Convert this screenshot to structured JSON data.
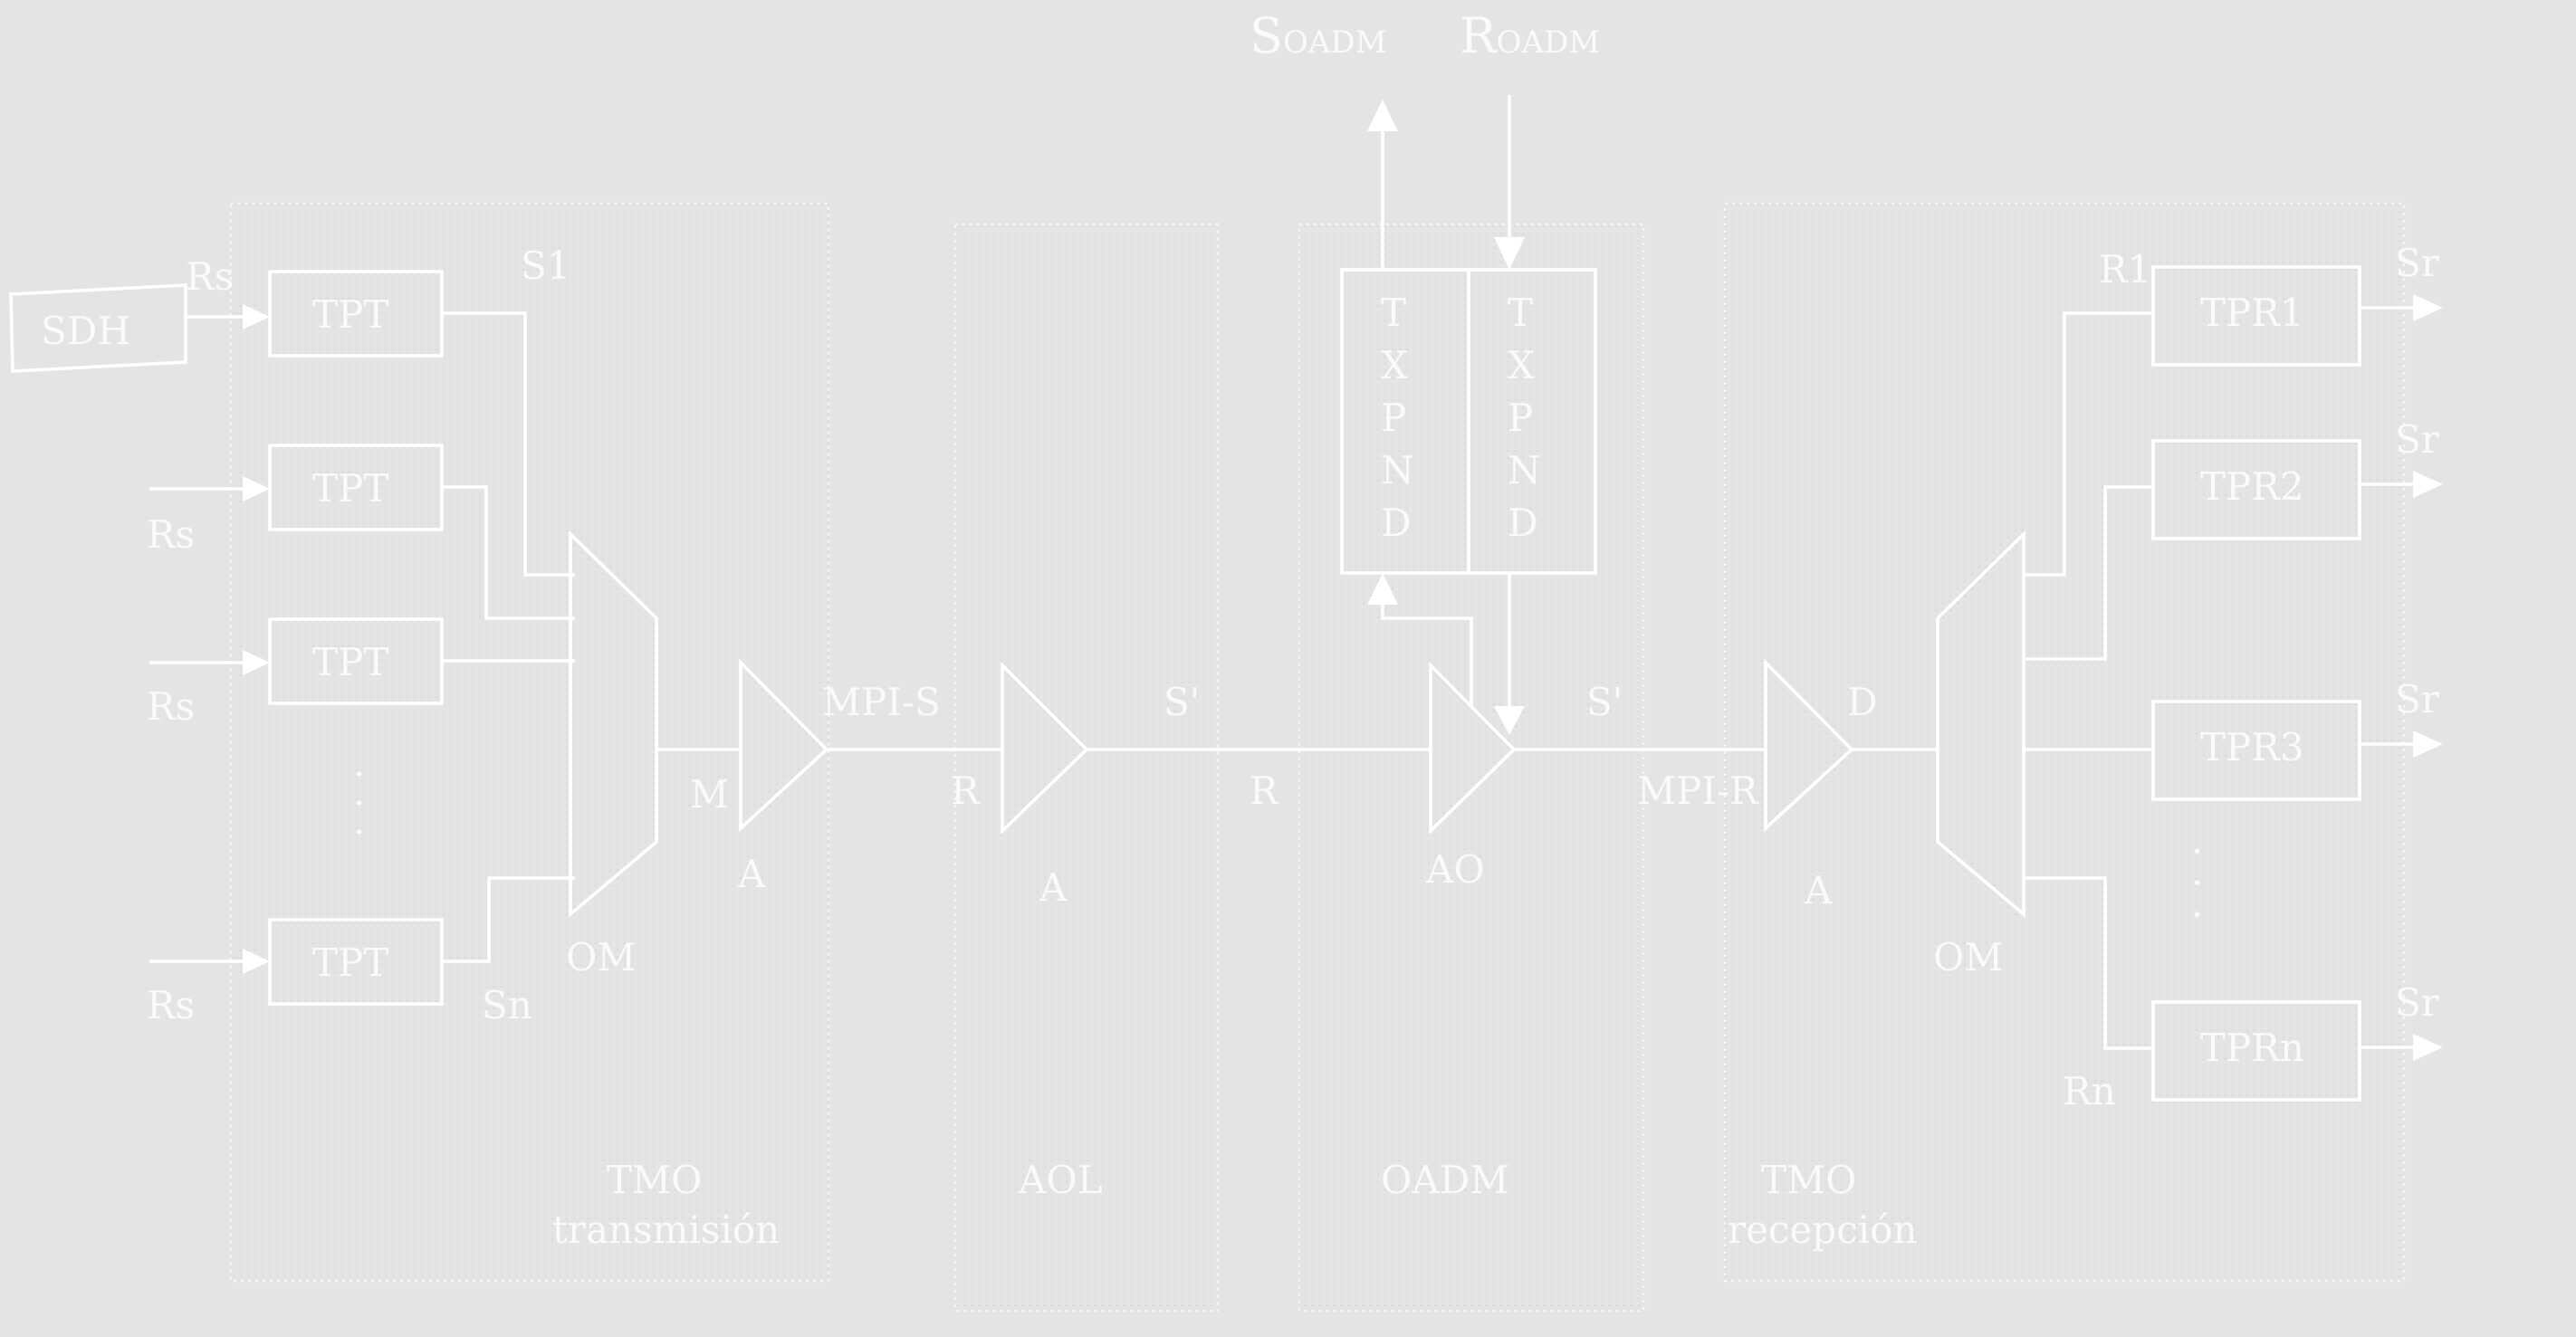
{
  "diagram": {
    "outputs_top": {
      "s_oadm": {
        "main": "S",
        "sub": "OADM"
      },
      "r_oadm": {
        "main": "R",
        "sub": "OADM"
      }
    },
    "zones": {
      "tmo_tx": {
        "line1": "TMO",
        "line2": "transmisión"
      },
      "aol": {
        "line1": "AOL"
      },
      "oadm": {
        "line1": "OADM"
      },
      "tmo_rx": {
        "line1": "TMO",
        "line2": "recepción"
      }
    },
    "sdh": "SDH",
    "tpt": [
      "TPT",
      "TPT",
      "TPT",
      "TPT"
    ],
    "tpr": [
      "TPR1",
      "TPR2",
      "TPR3",
      "TPRn"
    ],
    "txpnd_left": [
      "T",
      "X",
      "P",
      "N",
      "D"
    ],
    "txpnd_right": [
      "T",
      "X",
      "P",
      "N",
      "D"
    ],
    "labels": {
      "rs": "Rs",
      "s1": "S1",
      "sn": "Sn",
      "m": "M",
      "a": "A",
      "om": "OM",
      "mpi_s": "MPI-S",
      "mpi_r": "MPI-R",
      "r": "R",
      "s_prime": "S'",
      "ao": "AO",
      "d": "D",
      "sr": "Sr",
      "r1": "R1",
      "rn": "Rn",
      "dots": "·\n·\n·"
    }
  }
}
